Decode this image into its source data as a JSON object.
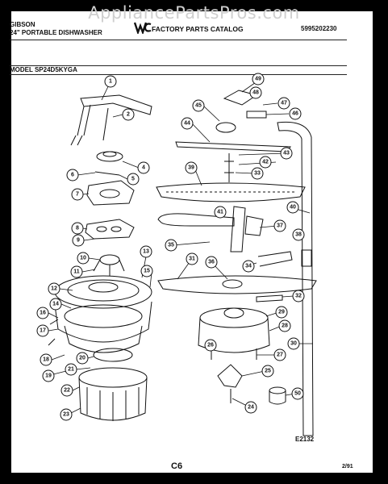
{
  "watermark": "AppliancePartsPros.com",
  "header": {
    "brand": "GIBSON",
    "product": "24\" PORTABLE DISHWASHER",
    "catalog_title": "FACTORY PARTS CATALOG",
    "catalog_number": "5995202230"
  },
  "model_line": "MODEL SP24D5KYGA",
  "diagram_code": "E2132",
  "page_number": "C6",
  "date": "2/91",
  "callouts": [
    "1",
    "2",
    "4",
    "5",
    "6",
    "7",
    "8",
    "9",
    "10",
    "11",
    "12",
    "13",
    "14",
    "15",
    "16",
    "17",
    "18",
    "19",
    "20",
    "21",
    "22",
    "23",
    "24",
    "25",
    "26",
    "27",
    "28",
    "29",
    "30",
    "31",
    "32",
    "33",
    "34",
    "35",
    "36",
    "37",
    "38",
    "39",
    "40",
    "41",
    "42",
    "43",
    "44",
    "45",
    "46",
    "47",
    "48",
    "49",
    "50"
  ]
}
